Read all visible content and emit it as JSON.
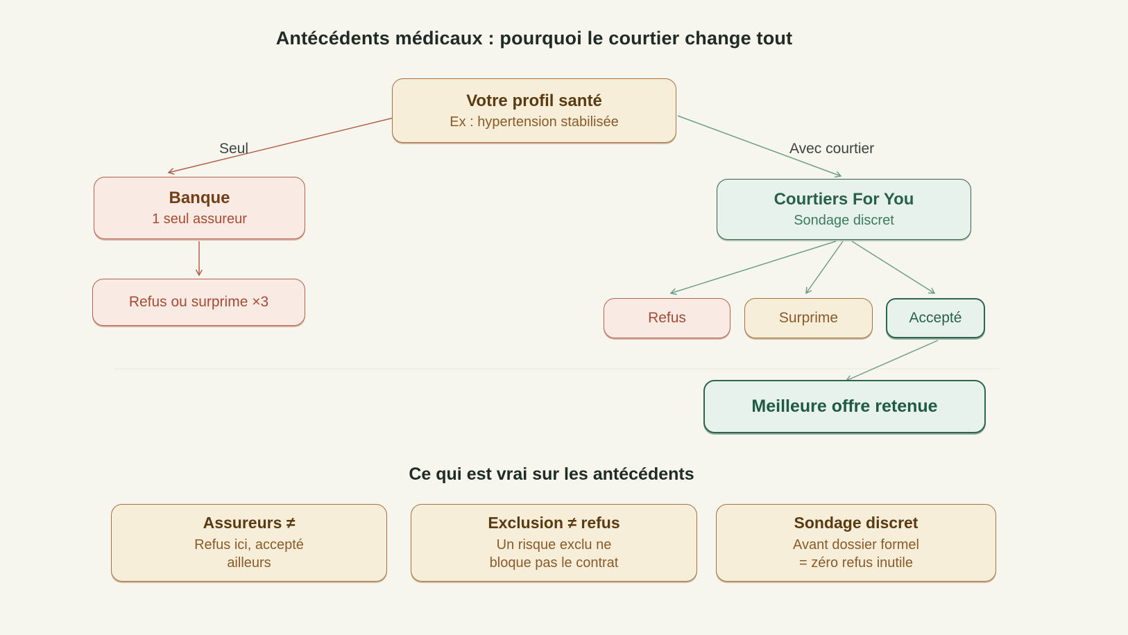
{
  "title": "Antécédents médicaux : pourquoi le courtier change tout",
  "flow": {
    "root": {
      "title": "Votre profil santé",
      "subtitle": "Ex : hypertension stabilisée"
    },
    "left_branch_label": "Seul",
    "right_branch_label": "Avec courtier",
    "bank": {
      "title": "Banque",
      "subtitle": "1 seul assureur"
    },
    "bank_outcome": "Refus ou surprime ×3",
    "broker": {
      "title": "Courtiers For You",
      "subtitle": "Sondage discret"
    },
    "broker_outcomes": [
      "Refus",
      "Surprime",
      "Accepté"
    ],
    "final_outcome": "Meilleure offre retenue"
  },
  "facts": {
    "heading": "Ce qui est vrai sur les antécédents",
    "cards": [
      {
        "title": "Assureurs ≠",
        "body": "Refus ici, accepté\nailleurs"
      },
      {
        "title": "Exclusion ≠ refus",
        "body": "Un risque exclu ne\nbloque pas le contrat"
      },
      {
        "title": "Sondage discret",
        "body": "Avant dossier formel\n= zéro refus inutile"
      }
    ]
  },
  "colors": {
    "page_bg": "#f7f6ee",
    "heading": "#202b26",
    "label_gray": "#3c4440",
    "cream_fill": "#f7eed9",
    "cream_border": "#a3713f",
    "pink_fill": "#f9eae4",
    "pink_border": "#b5604a",
    "mint_fill": "#e7f2ec",
    "mint_border": "#35604c",
    "mint_strong_border": "#2d6450",
    "brown_dark": "#5b3a12",
    "brown_mid": "#8a5a28",
    "brown_title": "#723f17",
    "rust_text": "#a64b33",
    "green_dark": "#28604a",
    "green_darker": "#1f5a44",
    "green_mid": "#3c7a5e",
    "rust_line": "#b2604a",
    "teal_line": "#6f9e87",
    "divider": "#edece3"
  }
}
